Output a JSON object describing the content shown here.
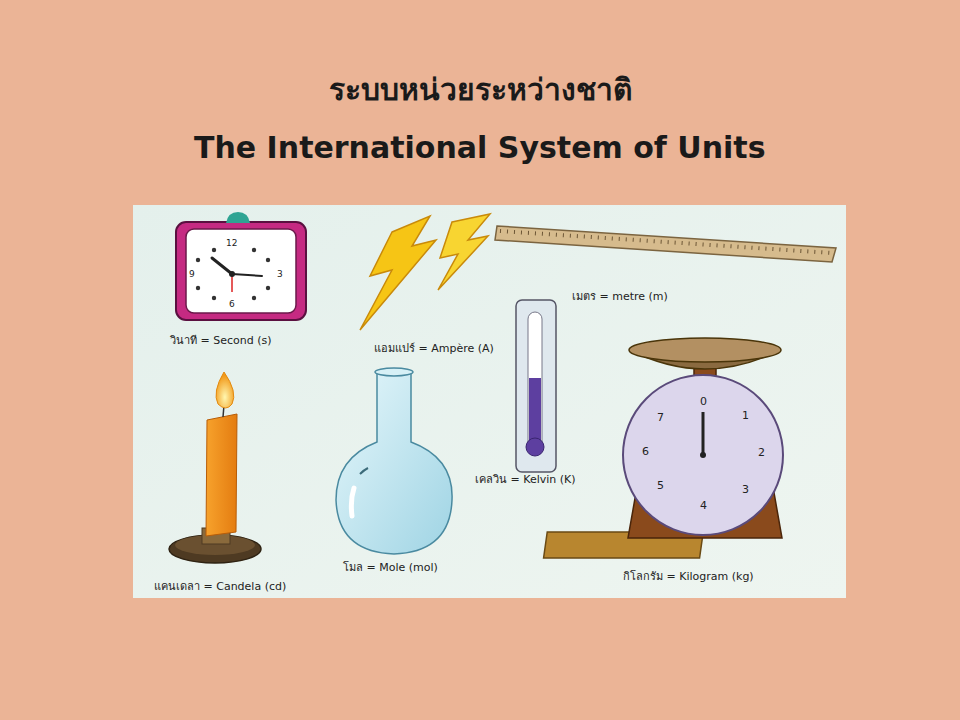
{
  "diagram": {
    "title": "ระบบหน่วยระหว่างชาติ",
    "labels": [
      "The International System of Units",
      "วินาที = Second (s)",
      "แอมแปร์ = Ampère (A)",
      "เมตร = metre (m)",
      "เคลวิน = Kelvin (K)",
      "แคนเดลา = Candela (cd)",
      "โมล = Mole (mol)",
      "กิโลกรัม = Kilogram (kg)",
      "12",
      "3",
      "6",
      "9",
      "0",
      "1",
      "2",
      "3",
      "4",
      "5",
      "6",
      "7"
    ]
  }
}
